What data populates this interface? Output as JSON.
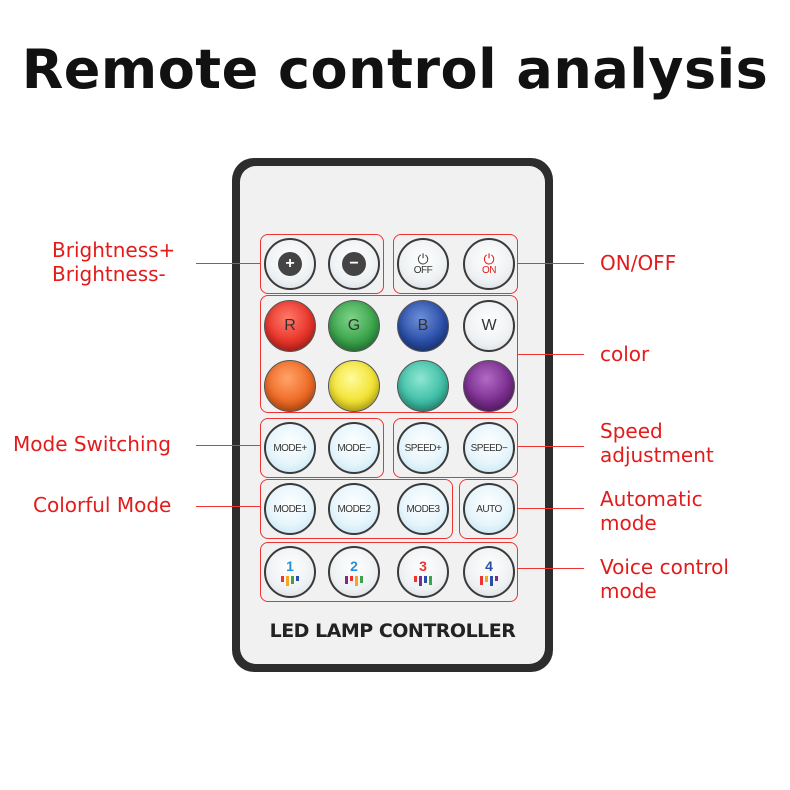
{
  "title": "Remote control analysis",
  "footer": "LED LAMP CONTROLLER",
  "annotations": {
    "brightness_plus": "Brightness+",
    "brightness_minus": "Brightness-",
    "on_off": "ON/OFF",
    "color": "color",
    "mode_switching": "Mode Switching",
    "speed_line1": "Speed",
    "speed_line2": "adjustment",
    "colorful_mode": "Colorful Mode",
    "automatic_line1": "Automatic",
    "automatic_line2": "mode",
    "voice_line1": "Voice control",
    "voice_line2": "mode"
  },
  "buttons": {
    "brightness_plus": "+",
    "brightness_minus": "−",
    "off": "OFF",
    "on": "ON",
    "red": "R",
    "green": "G",
    "blue": "B",
    "white": "W",
    "mode_plus": "MODE+",
    "mode_minus": "MODE−",
    "speed_plus": "SPEED+",
    "speed_minus": "SPEED−",
    "mode1": "MODE1",
    "mode2": "MODE2",
    "mode3": "MODE3",
    "auto": "AUTO",
    "voice1": "1",
    "voice2": "2",
    "voice3": "3",
    "voice4": "4"
  },
  "colors": {
    "accent": "#e31b1b",
    "red": "#e8342a",
    "green": "#3aa44a",
    "blue": "#2a4fa8",
    "orange": "#ef6a25",
    "yellow": "#f2e232",
    "cyan": "#3fbfa6",
    "purple": "#7a2d8e"
  }
}
